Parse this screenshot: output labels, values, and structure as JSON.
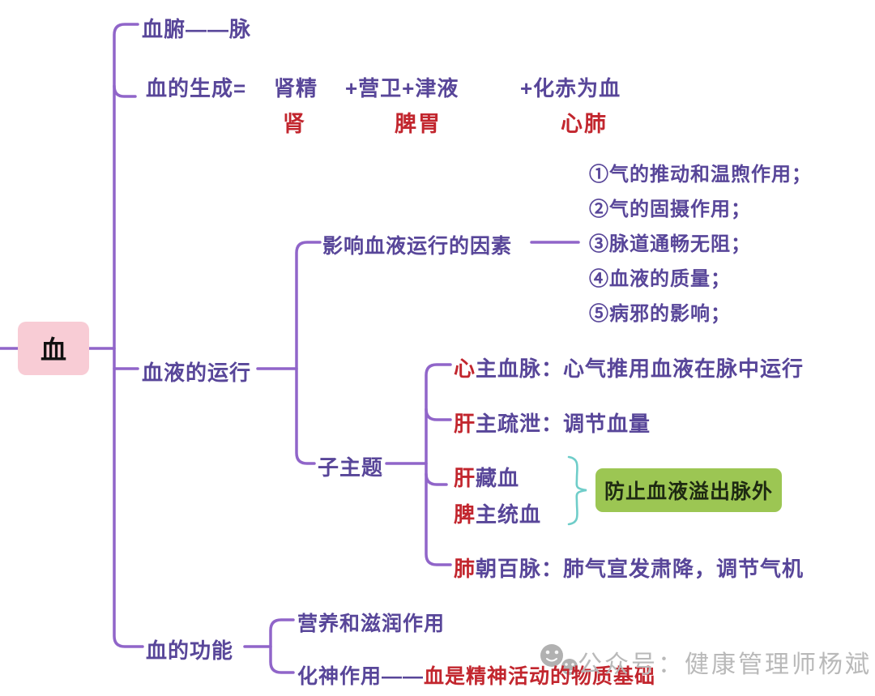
{
  "colors": {
    "purple_text": "#584699",
    "line_purple": "#9065c9",
    "red": "#c2262e",
    "root_pink": "#f8ccd5",
    "callout_green": "#9cc653",
    "brace_teal": "#6fcdc9",
    "watermark_gray": "#b9b9b9"
  },
  "root": {
    "label": "血"
  },
  "vessel_branch": {
    "label": "血腑——脉"
  },
  "generation": {
    "prefix": "血的生成=",
    "components": [
      {
        "term": "肾精",
        "source": "肾"
      },
      {
        "term": "+营卫+津液",
        "source": "脾胃"
      },
      {
        "term": "+化赤为血",
        "source": "心肺"
      }
    ]
  },
  "circulation": {
    "label": "血液的运行",
    "factors": {
      "label": "影响血液运行的因素",
      "items": [
        "①气的推动和温煦作用；",
        "②气的固摄作用；",
        "③脉道通畅无阻；",
        "④血液的质量；",
        "⑤病邪的影响；"
      ]
    },
    "subtopic": {
      "label": "子主题",
      "children": [
        {
          "organ": "心",
          "text": "主血脉：心气推用血液在脉中运行"
        },
        {
          "organ": "肝",
          "text": "主疏泄：调节血量"
        },
        {
          "organ": "肝",
          "text": "藏血"
        },
        {
          "organ": "脾",
          "text": "主统血"
        },
        {
          "organ": "肺",
          "text": "朝百脉：肺气宣发肃降，调节气机"
        }
      ],
      "callout": "防止血液溢出脉外"
    }
  },
  "functions": {
    "label": "血的功能",
    "nourish": "营养和滋润作用",
    "spirit_prefix": "化神作用——",
    "spirit_highlight": "血是精神活动的物质基础"
  },
  "watermark": {
    "icon": "wechat-bubbles-icon",
    "text": "公众号：健康管理师杨斌"
  }
}
